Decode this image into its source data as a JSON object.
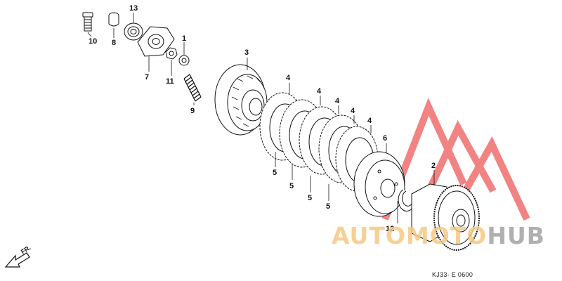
{
  "callouts": [
    {
      "id": "c13",
      "text": "13"
    },
    {
      "id": "c10",
      "text": "10"
    },
    {
      "id": "c8",
      "text": "8"
    },
    {
      "id": "c1",
      "text": "1"
    },
    {
      "id": "c7",
      "text": "7"
    },
    {
      "id": "c11",
      "text": "11"
    },
    {
      "id": "c9",
      "text": "9"
    },
    {
      "id": "c3",
      "text": "3"
    },
    {
      "id": "c4a",
      "text": "4"
    },
    {
      "id": "c4b",
      "text": "4"
    },
    {
      "id": "c4c",
      "text": "4"
    },
    {
      "id": "c4d",
      "text": "4"
    },
    {
      "id": "c4e",
      "text": "4"
    },
    {
      "id": "c6",
      "text": "6"
    },
    {
      "id": "c2",
      "text": "2"
    },
    {
      "id": "c5a",
      "text": "5"
    },
    {
      "id": "c5b",
      "text": "5"
    },
    {
      "id": "c5c",
      "text": "5"
    },
    {
      "id": "c5d",
      "text": "5"
    },
    {
      "id": "c12",
      "text": "12"
    }
  ],
  "front_label": "FR.",
  "drawing_code": "KJ33- E 0600",
  "watermark": {
    "part_a": "AUTOMOTO",
    "part_b": "HUB",
    "color_a": "#f7c882",
    "color_b": "#969696",
    "logo_color": "#e84a4a"
  },
  "line_color": "#111111"
}
